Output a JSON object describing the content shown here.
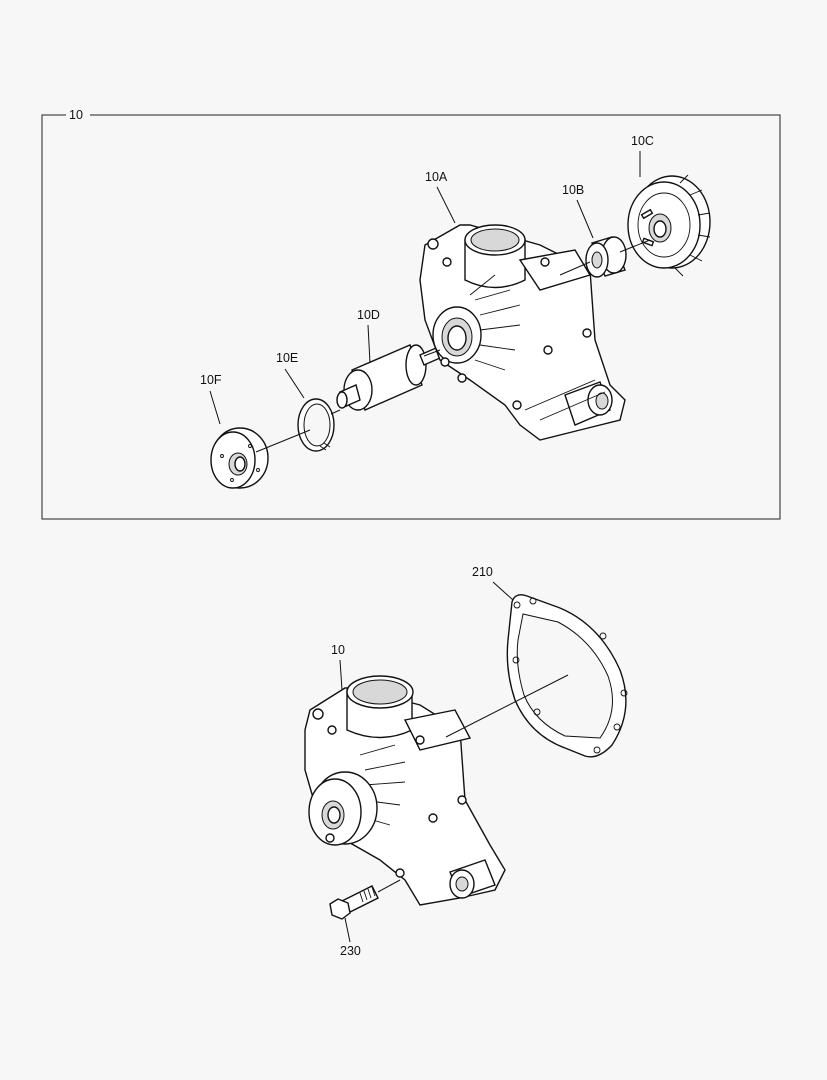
{
  "diagram": {
    "type": "exploded-parts-diagram",
    "subject": "water pump assembly",
    "group_box": {
      "label": "10"
    },
    "top_callouts": [
      {
        "id": "10A",
        "label": "10A",
        "part": "pump housing"
      },
      {
        "id": "10B",
        "label": "10B",
        "part": "bushing"
      },
      {
        "id": "10C",
        "label": "10C",
        "part": "impeller"
      },
      {
        "id": "10D",
        "label": "10D",
        "part": "shaft bearing"
      },
      {
        "id": "10E",
        "label": "10E",
        "part": "circlip"
      },
      {
        "id": "10F",
        "label": "10F",
        "part": "hub flange"
      }
    ],
    "bottom_callouts": [
      {
        "id": "10",
        "label": "10",
        "part": "water pump assembly"
      },
      {
        "id": "210",
        "label": "210",
        "part": "gasket"
      },
      {
        "id": "230",
        "label": "230",
        "part": "bolt"
      }
    ]
  }
}
